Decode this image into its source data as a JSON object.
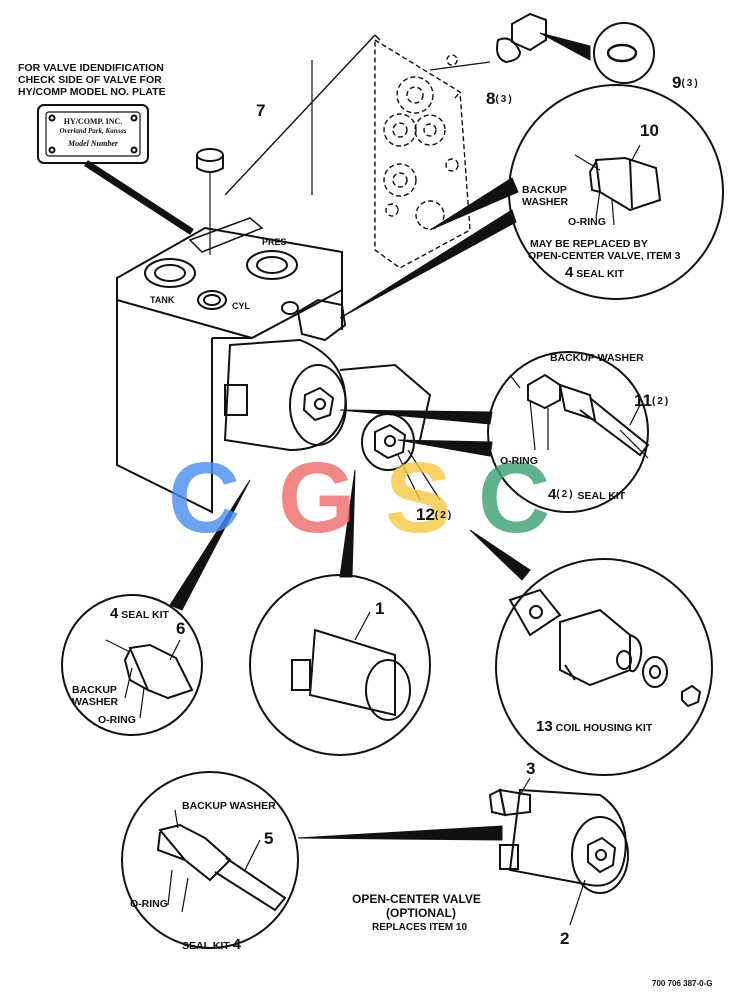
{
  "header_note": {
    "lines": [
      "FOR VALVE IDENDIFICATION",
      "CHECK SIDE OF VALVE FOR",
      "HY/COMP MODEL NO. PLATE"
    ]
  },
  "nameplate": {
    "company": "HY/COMP. INC.",
    "location": "Overland Park, Kansas",
    "model": "Model Number"
  },
  "ports": {
    "pres": "PRES",
    "tank": "TANK",
    "cyl": "CYL"
  },
  "items": {
    "i1": "1",
    "i2": "2",
    "i3": "3",
    "i4a": "4",
    "i4b": "4",
    "i4c": "4",
    "i4d": "4",
    "i5": "5",
    "i6": "6",
    "i7": "7",
    "i8": "8",
    "i8_qty": "(3)",
    "i9": "9",
    "i9_qty": "(3)",
    "i10": "10",
    "i11": "11",
    "i11_qty": "(2)",
    "i12": "12",
    "i12_qty": "(2)",
    "i13": "13"
  },
  "labels": {
    "backup_washer": "BACKUP",
    "washer": "WASHER",
    "backup_washer_full": "BACKUP WASHER",
    "o_ring": "O-RING",
    "replaced_by_1": "MAY BE REPLACED BY",
    "replaced_by_2": "OPEN-CENTER VALVE, ITEM 3",
    "seal_kit": "SEAL KIT",
    "seal_kit_qty": "(2)",
    "coil_housing_kit": "COIL HOUSING KIT",
    "open_center_1": "OPEN-CENTER VALVE",
    "open_center_2": "(OPTIONAL)",
    "open_center_3": "REPLACES ITEM 10"
  },
  "watermark": {
    "c1": "C",
    "g": "G",
    "s": "S",
    "c2": "C"
  },
  "colors": {
    "c1": "#4a8df0",
    "g": "#f06a6a",
    "s": "#f5c842",
    "c2": "#3aa070"
  },
  "footer_code": "700 706 387-0-G"
}
